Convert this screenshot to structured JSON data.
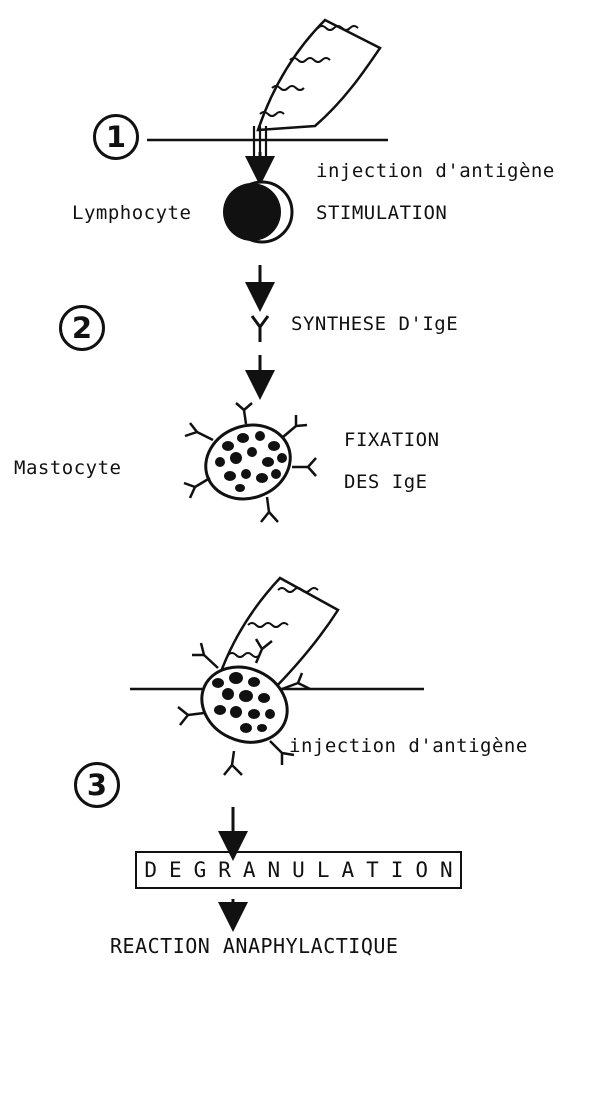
{
  "steps": {
    "one": "1",
    "two": "2",
    "three": "3"
  },
  "labels": {
    "injection_1": "injection d'antigène",
    "lymphocyte": "Lymphocyte",
    "stimulation": "STIMULATION",
    "synthese": "SYNTHESE D'IgE",
    "mastocyte": "Mastocyte",
    "fixation_line1": "FIXATION",
    "fixation_line2": "DES IgE",
    "injection_2": "injection d'antigène",
    "degranulation": "DEGRANULATION",
    "reaction": "REACTION ANAPHYLACTIQUE"
  }
}
